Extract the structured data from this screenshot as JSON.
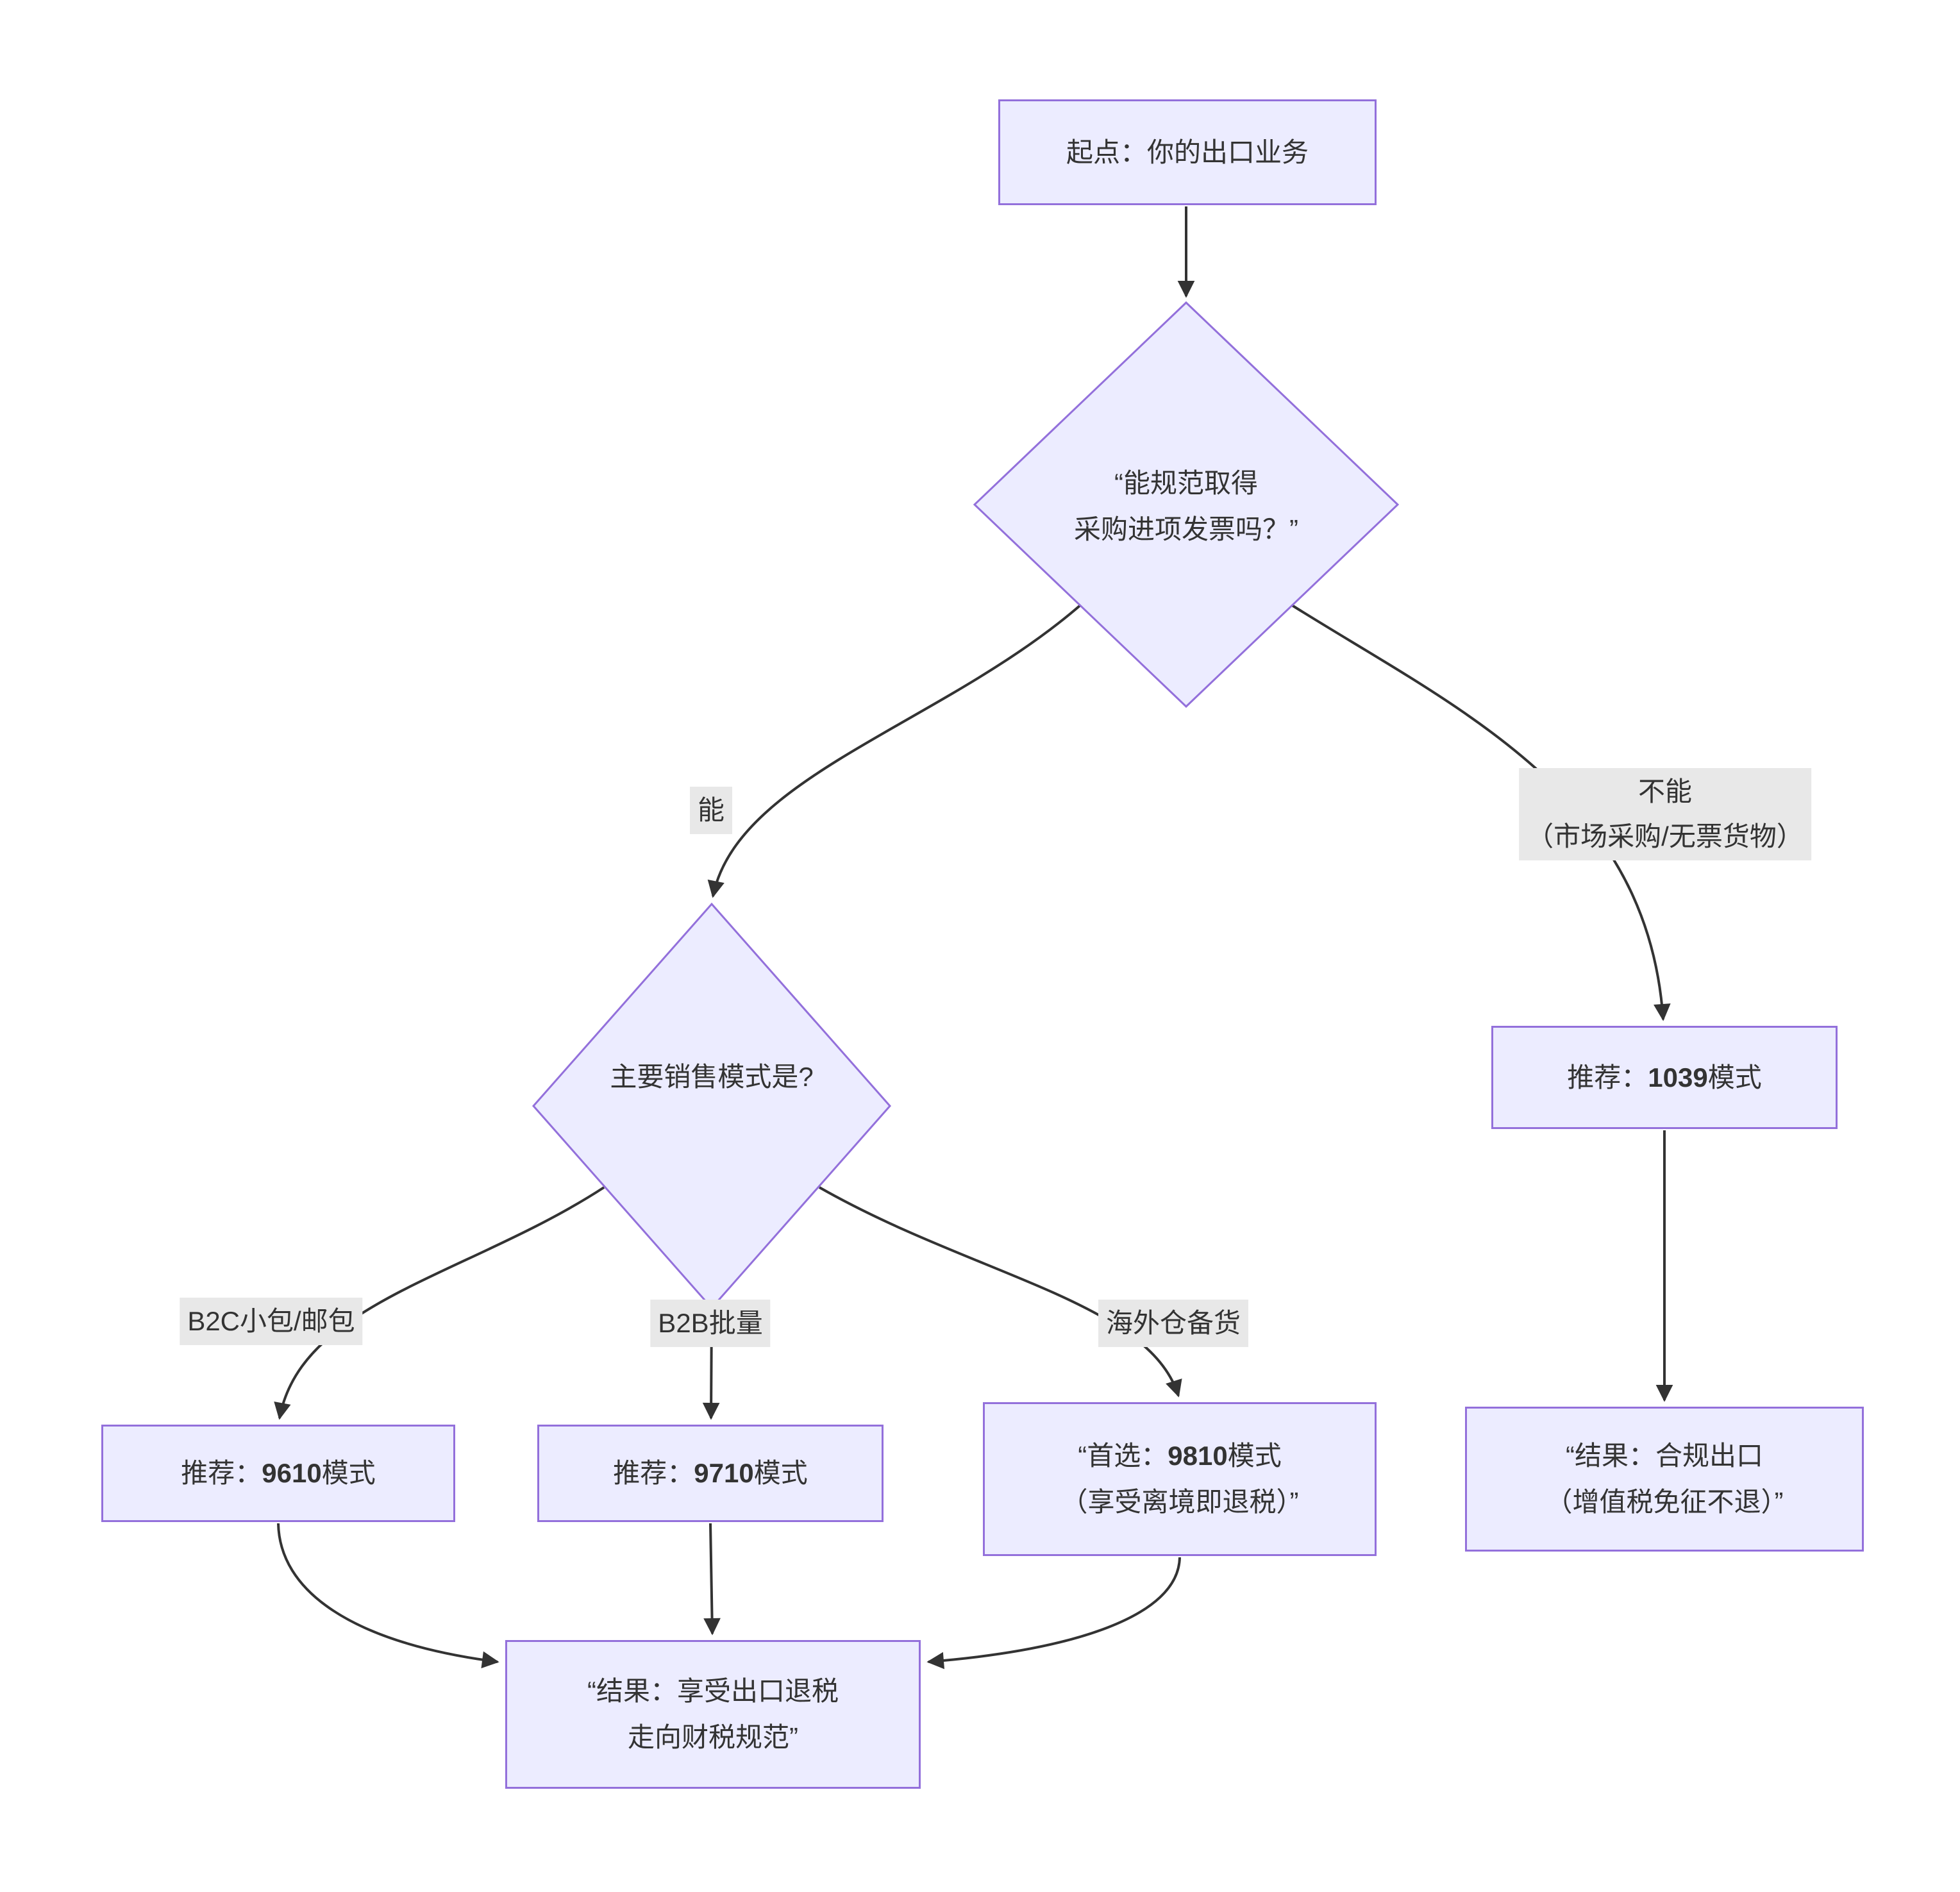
{
  "colors": {
    "bg": "#ffffff",
    "node_fill": "#ECECFF",
    "node_border": "#9370DB",
    "edge_color": "#333333",
    "label_bg": "#e8e8e8",
    "text_color": "#333333"
  },
  "nodes": {
    "start": {
      "label": "起点：你的出口业务"
    },
    "invoice_question": {
      "line1": "“能规范取得",
      "line2": "采购进项发票吗？”"
    },
    "mode_question": {
      "label": "主要销售模式是?"
    },
    "rec_9610": {
      "prefix": "推荐：",
      "code": "9610",
      "suffix": "模式"
    },
    "rec_9710": {
      "prefix": "推荐：",
      "code": "9710",
      "suffix": "模式"
    },
    "first_9810": {
      "line1_prefix": "“首选：",
      "code": "9810",
      "line1_suffix": "模式",
      "line2": "（享受离境即退税）”"
    },
    "rec_1039": {
      "prefix": "推荐：",
      "code": "1039",
      "suffix": "模式"
    },
    "result_refund": {
      "line1": "“结果：享受出口退税",
      "line2": "走向财税规范”"
    },
    "result_compliant": {
      "line1": "“结果：合规出口",
      "line2": "（增值税免征不退）”"
    }
  },
  "edge_labels": {
    "can": "能",
    "cannot_line1": "不能",
    "cannot_line2": "（市场采购/无票货物）",
    "b2c": "B2C小包/邮包",
    "b2b": "B2B批量",
    "overseas": "海外仓备货"
  }
}
